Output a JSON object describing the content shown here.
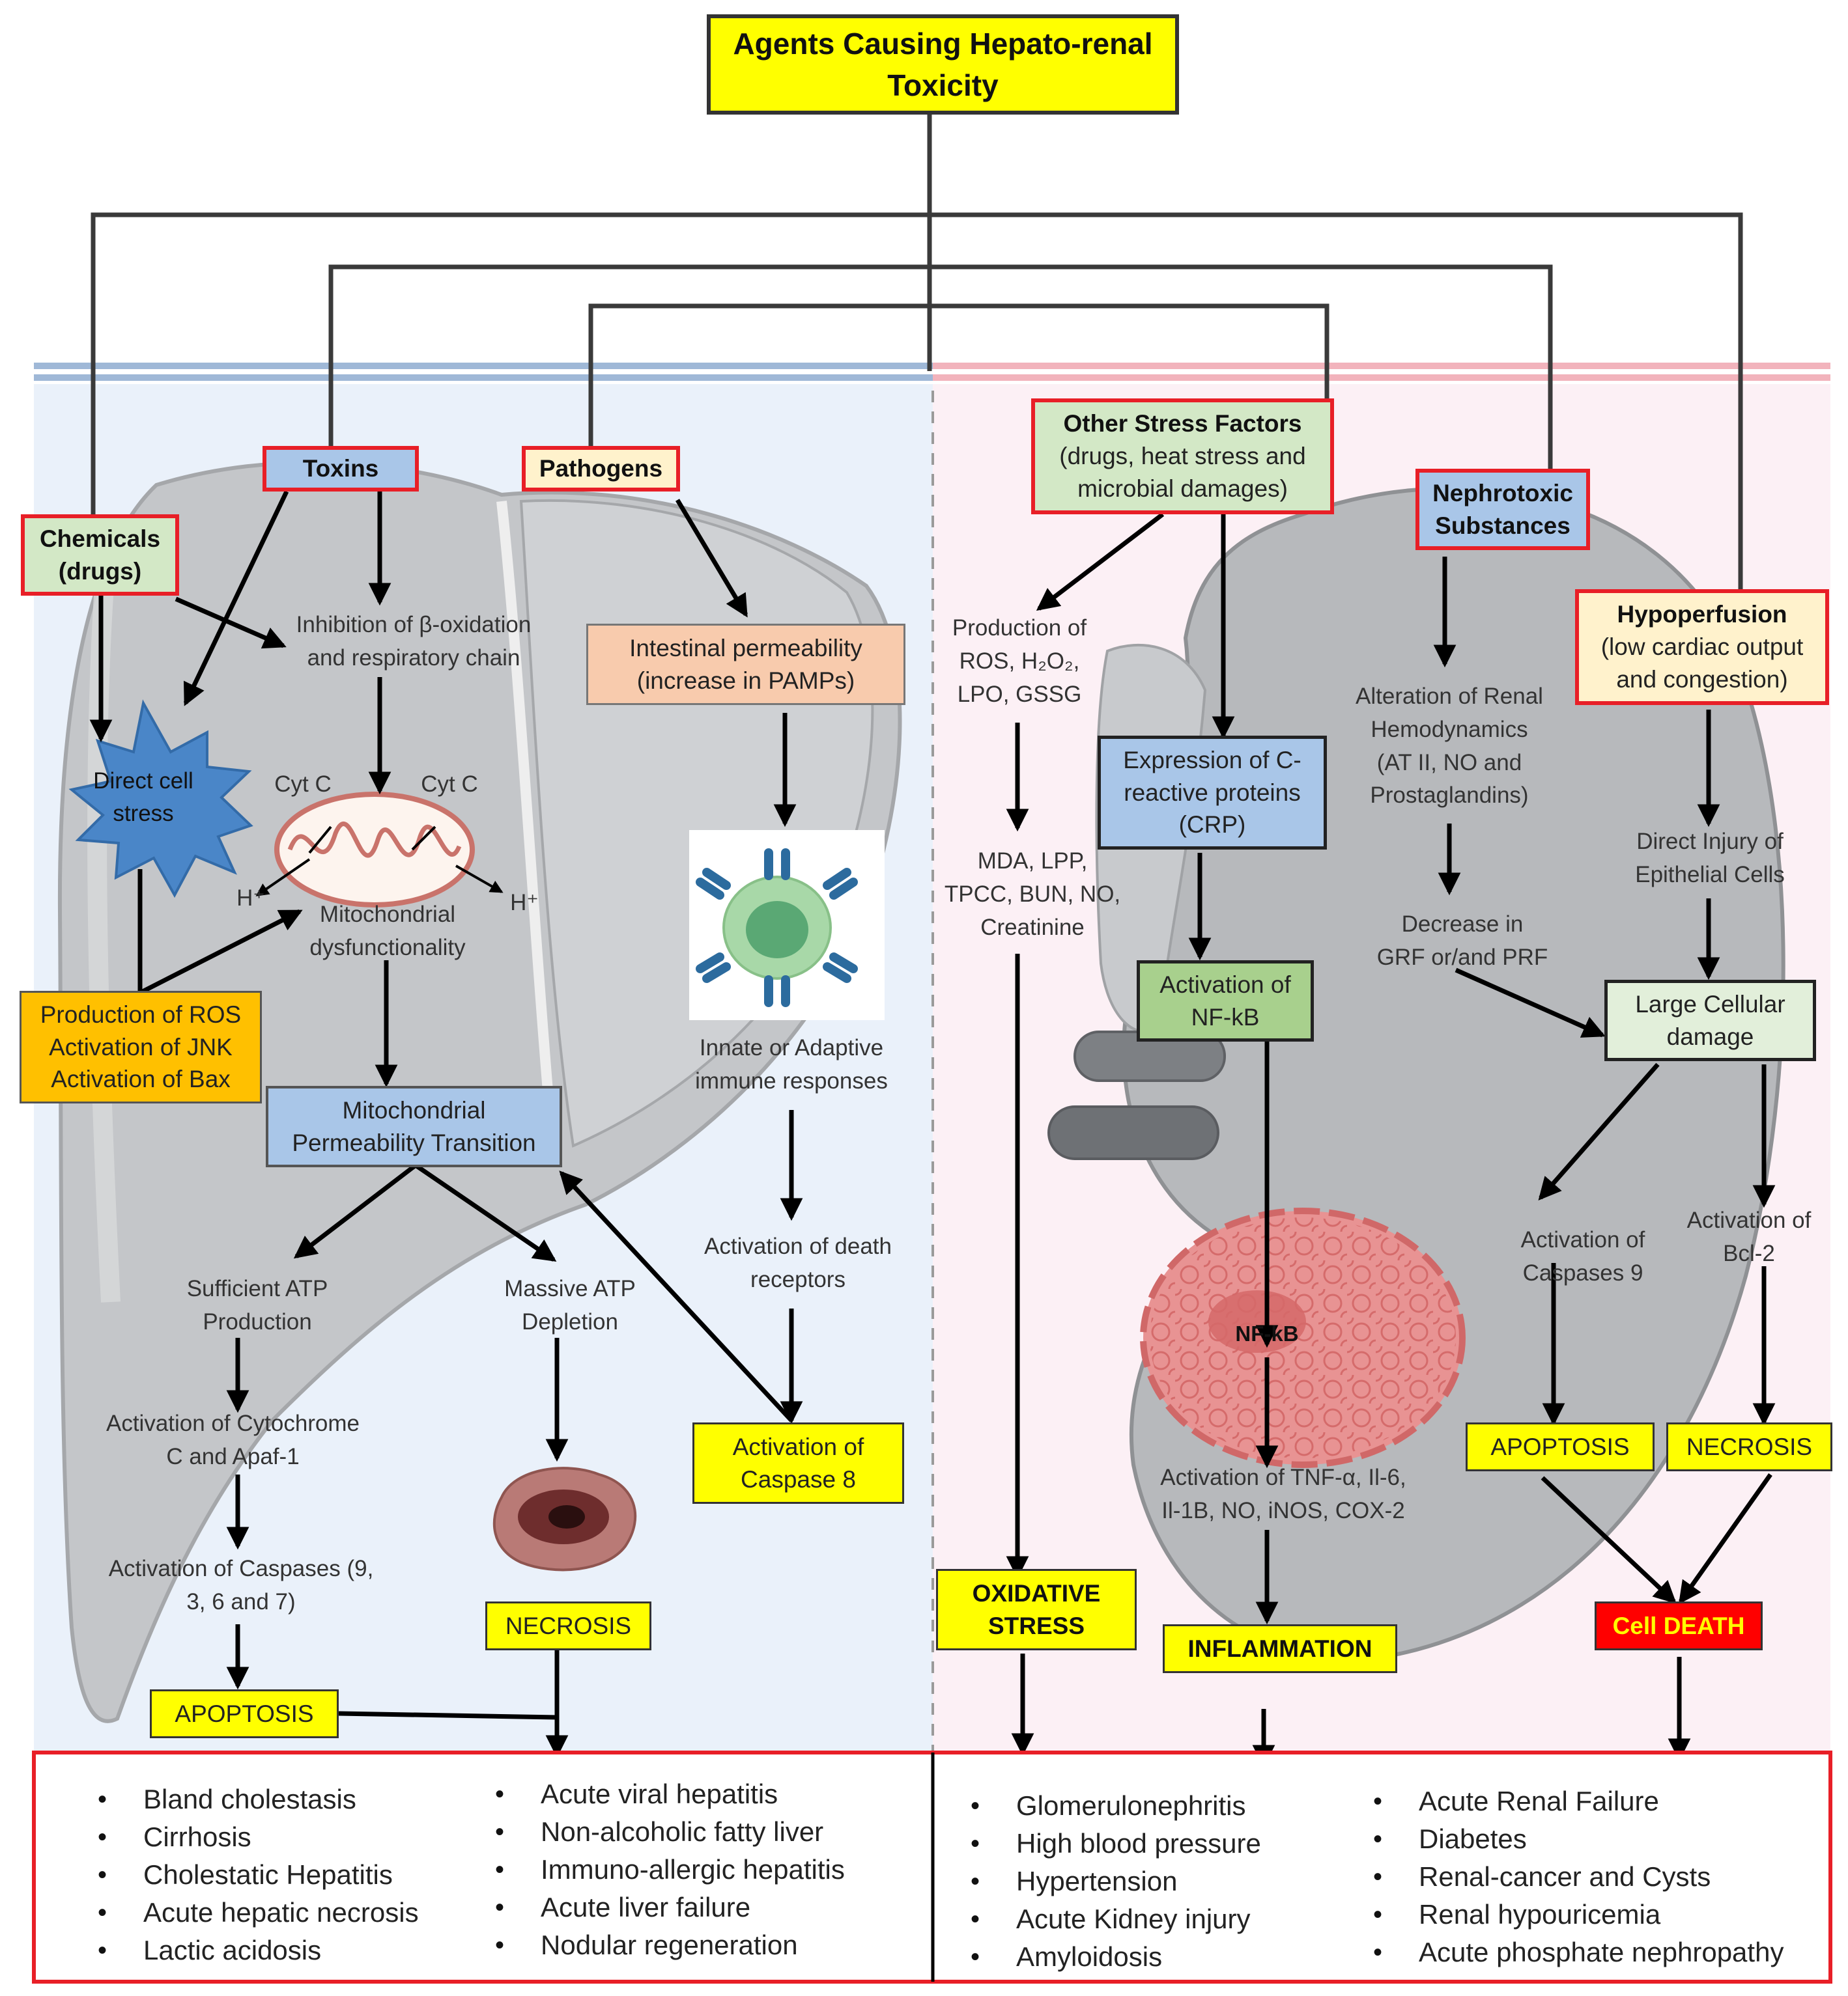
{
  "title": [
    "Agents Causing Hepato-renal",
    "Toxicity"
  ],
  "liver": {
    "chemicals": [
      "Chemicals",
      "(drugs)"
    ],
    "toxins": "Toxins",
    "pathogens": "Pathogens",
    "direct_cell_stress": [
      "Direct cell",
      "stress"
    ],
    "inhibition": "Inhibition of β-oxidation\nand respiratory chain",
    "cyt_c": "Cyt C",
    "h_plus": "H⁺",
    "mito_dysfunction": "Mitochondrial\ndysfunctionality",
    "ros_box": [
      "Production of ROS",
      "Activation of JNK",
      "Activation of Bax"
    ],
    "mpt_box": [
      "Mitochondrial",
      "Permeability Transition"
    ],
    "sufficient_atp": "Sufficient ATP\nProduction",
    "massive_atp": "Massive ATP\nDepletion",
    "cytochrome": "Activation of Cytochrome\nC and Apaf-1",
    "caspases": "Activation of Caspases (9,\n3, 6 and 7)",
    "apoptosis": "APOPTOSIS",
    "necrosis": "NECROSIS",
    "intestinal_box": [
      "Intestinal permeability",
      "(increase in PAMPs)"
    ],
    "immune": "Innate or Adaptive\nimmune responses",
    "death_receptors": "Activation of death\nreceptors",
    "caspase8_box": [
      "Activation of",
      "Caspase 8"
    ]
  },
  "kidney": {
    "other_stress": [
      "Other Stress Factors",
      "(drugs, heat stress and",
      "microbial damages)"
    ],
    "nephrotoxic": [
      "Nephrotoxic",
      "Substances"
    ],
    "hypoperfusion": [
      "Hypoperfusion",
      "(low cardiac output",
      "and congestion)"
    ],
    "production_ros": "Production of\nROS, H₂O₂,\nLPO, GSSG",
    "mda": "MDA, LPP,\nTPCC, BUN, NO,\nCreatinine",
    "crp_box": [
      "Expression of C-",
      "reactive proteins",
      "(CRP)"
    ],
    "nfkb_box": [
      "Activation of",
      "NF-kB"
    ],
    "nfkb_label": "NF-kB",
    "alteration": "Alteration of Renal\nHemodynamics\n(AT II, NO and\nProstaglandins)",
    "decrease": "Decrease in\nGRF or/and PRF",
    "direct_injury": "Direct Injury of\nEpithelial Cells",
    "large_damage": [
      "Large Cellular",
      "damage"
    ],
    "caspases9": "Activation of\nCaspases 9",
    "bcl2": "Activation of\nBcl-2",
    "tnf": "Activation of TNF-α, Il-6,\nIl-1B, NO, iNOS, COX-2",
    "oxidative": [
      "OXIDATIVE",
      "STRESS"
    ],
    "inflammation": "INFLAMMATION",
    "apoptosis": "APOPTOSIS",
    "necrosis": "NECROSIS",
    "cell_death": "Cell DEATH"
  },
  "diseases": {
    "liver_col1": [
      "Bland cholestasis",
      "Cirrhosis",
      "Cholestatic Hepatitis",
      "Acute hepatic necrosis",
      "Lactic acidosis"
    ],
    "liver_col2": [
      "Acute viral hepatitis",
      "Non-alcoholic fatty liver",
      "Immuno-allergic hepatitis",
      "Acute liver failure",
      "Nodular regeneration"
    ],
    "kidney_col1": [
      "Glomerulonephritis",
      "High blood pressure",
      "Hypertension",
      "Acute Kidney injury",
      "Amyloidosis"
    ],
    "kidney_col2": [
      "Acute Renal Failure",
      "Diabetes",
      "Renal-cancer and Cysts",
      "Renal hypouricemia",
      "Acute phosphate nephropathy"
    ]
  },
  "colors": {
    "liver_bg": "#eaf1fa",
    "kidney_bg": "#fcf0f5",
    "yellow": "#ffff00",
    "box_red_border": "#e81f27",
    "cell_death_red": "#ff0000",
    "green_fill": "#d3e8c6",
    "blue_fill": "#a9c6e8",
    "peach_fill": "#f8cbad",
    "cream_fill": "#fff2cc",
    "orange_fill": "#ffc000"
  }
}
